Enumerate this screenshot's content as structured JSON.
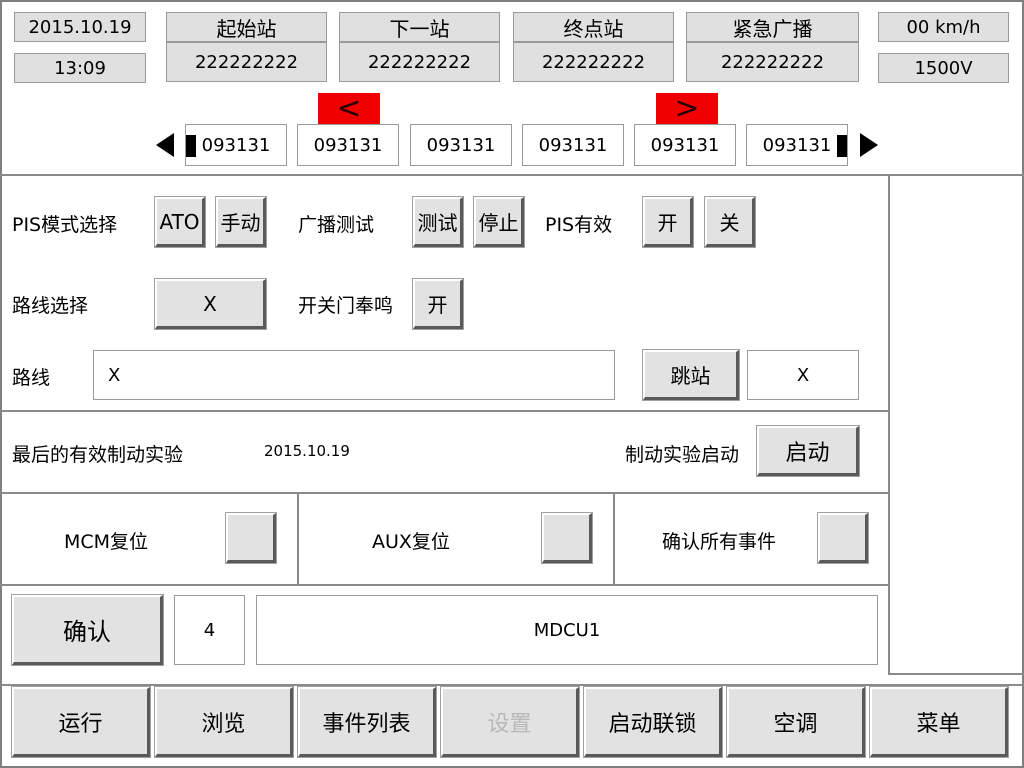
{
  "header": {
    "date": "2015.10.19",
    "time": "13:09",
    "speed": "00 km/h",
    "voltage": "1500V",
    "stations": [
      {
        "label": "起始站",
        "value": "222222222"
      },
      {
        "label": "下一站",
        "value": "222222222"
      },
      {
        "label": "终点站",
        "value": "222222222"
      },
      {
        "label": "紧急广播",
        "value": "222222222"
      }
    ]
  },
  "station_scroller": {
    "prev_label": "<",
    "next_label": ">",
    "stations": [
      "093131",
      "093131",
      "093131",
      "093131",
      "093131",
      "093131"
    ]
  },
  "settings": {
    "pis_mode_label": "PIS模式选择",
    "pis_mode_ato": "ATO",
    "pis_mode_manual": "手动",
    "broadcast_test_label": "广播测试",
    "broadcast_test": "测试",
    "broadcast_stop": "停止",
    "pis_valid_label": "PIS有效",
    "pis_valid_on": "开",
    "pis_valid_off": "关",
    "route_select_label": "路线选择",
    "route_select_value": "X",
    "door_chime_label": "开关门奉鸣",
    "door_chime_value": "开",
    "route_label": "路线",
    "route_value": "X",
    "skip_station": "跳站",
    "skip_value": "X"
  },
  "brake_test": {
    "last_label": "最后的有效制动实验",
    "last_date": "2015.10.19",
    "start_label": "制动实验启动",
    "start_button": "启动"
  },
  "resets": {
    "mcm": "MCM复位",
    "aux": "AUX复位",
    "confirm_events": "确认所有事件"
  },
  "confirm_row": {
    "confirm_button": "确认",
    "count": "4",
    "target": "MDCU1"
  },
  "bottom_nav": [
    {
      "label": "运行",
      "enabled": true
    },
    {
      "label": "浏览",
      "enabled": true
    },
    {
      "label": "事件列表",
      "enabled": true
    },
    {
      "label": "设置",
      "enabled": false
    },
    {
      "label": "启动联锁",
      "enabled": true
    },
    {
      "label": "空调",
      "enabled": true
    },
    {
      "label": "菜单",
      "enabled": true
    }
  ],
  "colors": {
    "accent_red": "#f00000",
    "panel_gray": "#e0e0e0",
    "disabled_text": "#b8b8b8"
  }
}
